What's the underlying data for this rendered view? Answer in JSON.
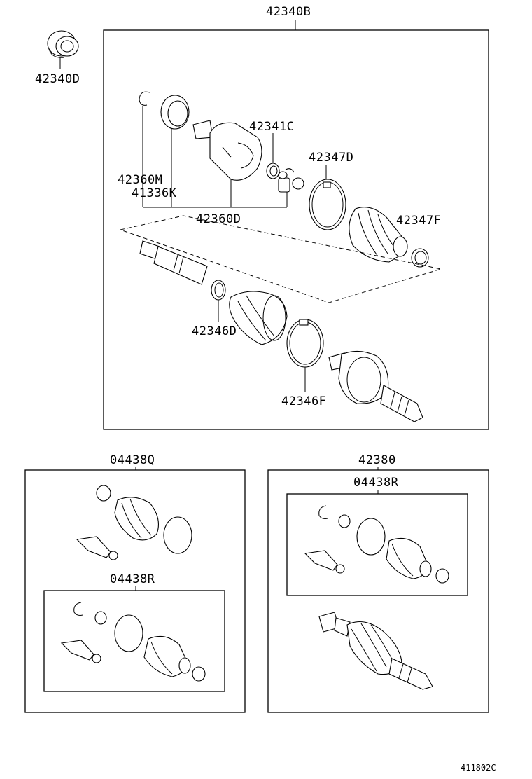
{
  "labels": {
    "main_assembly": "42340B",
    "dust_seal": "42340D",
    "inboard_joint": "42341C",
    "snap_ring": "42360M",
    "seal": "41336K",
    "inboard_set": "42360D",
    "inboard_clamp_large": "42347D",
    "inboard_boot": "42347F",
    "outboard_clamp_small": "42346D",
    "outboard_clamp_large": "42346F",
    "kit_left": "04438Q",
    "kit_left_inner": "04438R",
    "shaft_assembly": "42380",
    "kit_right_inner": "04438R"
  },
  "footer": {
    "code": "411802C"
  }
}
